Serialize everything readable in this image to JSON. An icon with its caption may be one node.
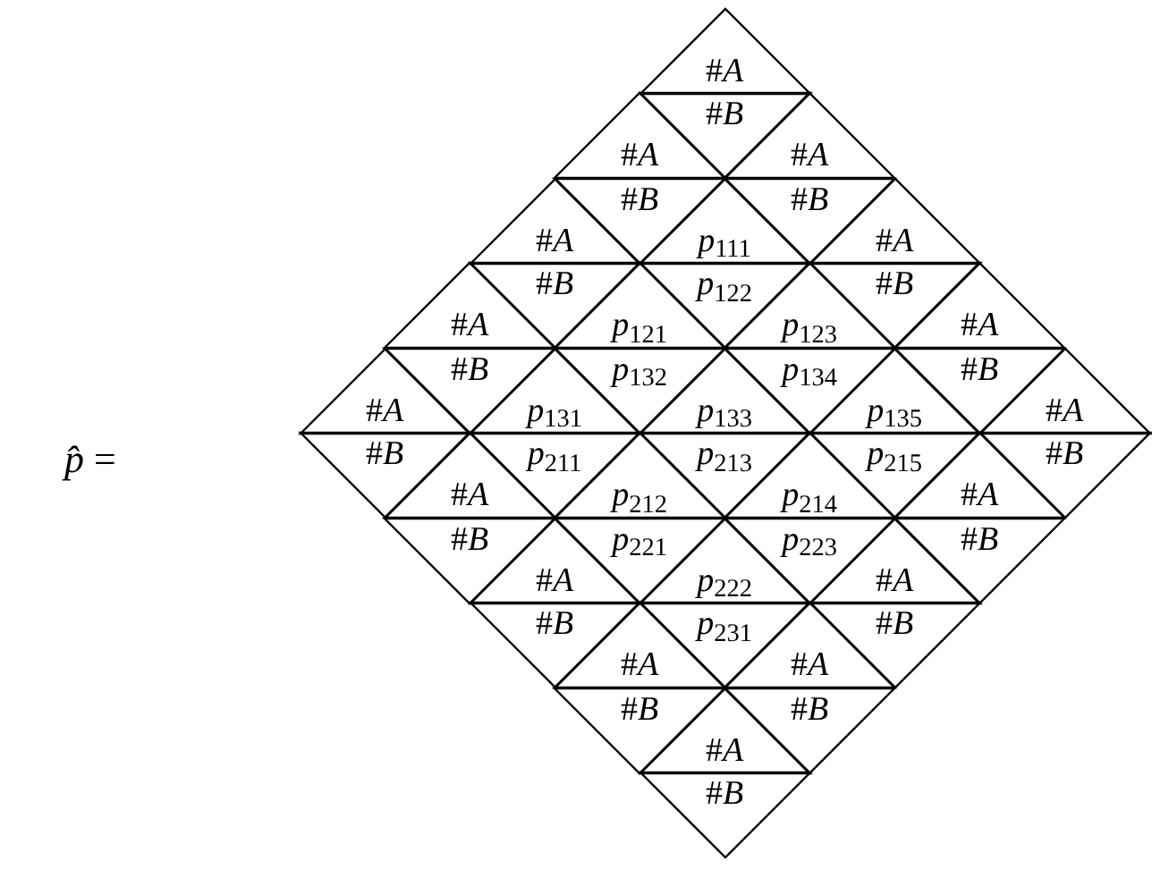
{
  "diagram": {
    "nodes": [
      {
        "text": [
          "#*A*"
        ]
      },
      {
        "text": [
          "#*A*"
        ]
      },
      {
        "text": [
          "#*B*"
        ]
      },
      {
        "text": [
          "#*A*"
        ]
      },
      {
        "text": [
          "#*A*"
        ]
      },
      {
        "text": [
          "#*B*"
        ]
      },
      {
        "text": [
          "*p*$_{111}$"
        ]
      },
      {
        "text": [
          "#*B*"
        ]
      },
      {
        "text": [
          "#*A*"
        ]
      },
      {
        "text": [
          "#*A*"
        ]
      },
      {
        "text": [
          "#*B*"
        ]
      },
      {
        "text": [
          "*p*$_{121}$"
        ]
      },
      {
        "text": [
          "*p*$_{122}$"
        ]
      },
      {
        "text": [
          "*p*$_{123}$"
        ]
      },
      {
        "text": [
          "#*B*"
        ]
      },
      {
        "text": [
          "#*A*"
        ]
      },
      {
        "text": [
          "#*A*"
        ]
      },
      {
        "text": [
          "#*B*"
        ]
      },
      {
        "text": [
          "*p*$_{131}$"
        ]
      },
      {
        "text": [
          "*p*$_{132}$"
        ]
      },
      {
        "text": [
          "*p*$_{133}$"
        ]
      },
      {
        "text": [
          "*p*$_{134}$"
        ]
      },
      {
        "text": [
          "*p*$_{135}$"
        ]
      },
      {
        "text": [
          "#*B*"
        ]
      },
      {
        "text": [
          "#*A*"
        ]
      },
      {
        "text": [
          "#*B*"
        ]
      },
      {
        "text": [
          "#*A*"
        ]
      },
      {
        "text": [
          "*p*$_{211}$"
        ]
      },
      {
        "text": [
          "*p*$_{212}$"
        ]
      },
      {
        "text": [
          "*p*$_{213}$"
        ]
      },
      {
        "text": [
          "*p*$_{214}$"
        ]
      },
      {
        "text": [
          "*p*$_{215}$"
        ]
      },
      {
        "text": [
          "#*A*"
        ]
      },
      {
        "text": [
          "#*B*"
        ]
      },
      {
        "text": [
          "#*B*"
        ]
      },
      {
        "text": [
          "#*A*"
        ]
      },
      {
        "text": [
          "*p*$_{221}$"
        ]
      },
      {
        "text": [
          "*p*$_{222}$"
        ]
      },
      {
        "text": [
          "*p*$_{223}$"
        ]
      },
      {
        "text": [
          "#*A*"
        ]
      },
      {
        "text": [
          "#*B*"
        ]
      },
      {
        "text": [
          "#*B*"
        ]
      },
      {
        "text": [
          "#*A*"
        ]
      },
      {
        "text": [
          "*p*$_{231}$"
        ]
      },
      {
        "text": [
          "#*A*"
        ]
      },
      {
        "text": [
          "#*B*"
        ]
      },
      {
        "text": [
          "#*B*"
        ]
      },
      {
        "text": [
          "#*A*"
        ]
      },
      {
        "text": [
          "#*B*"
        ]
      },
      {
        "text": [
          "#*B*"
        ]
      }
    ],
    "labels": [
      "*p̂* ="
    ]
  }
}
